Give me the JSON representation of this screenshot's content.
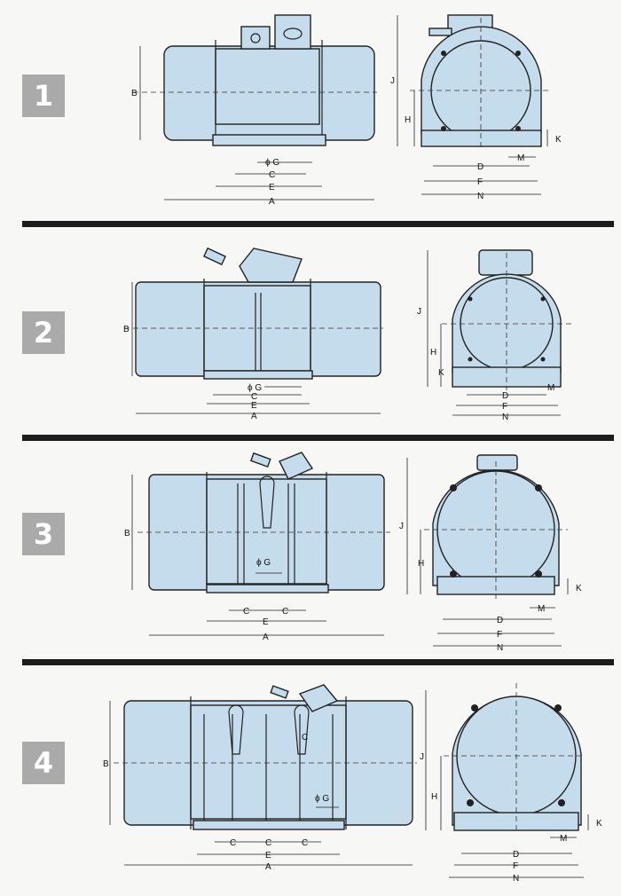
{
  "rows": [
    {
      "number": "1"
    },
    {
      "number": "2"
    },
    {
      "number": "3"
    },
    {
      "number": "4"
    }
  ],
  "dimension_labels": {
    "A": "A",
    "B": "B",
    "C": "C",
    "D": "D",
    "E": "E",
    "F": "F",
    "G": "ϕ G",
    "H": "H",
    "J": "J",
    "K": "K",
    "M": "M",
    "N": "N"
  }
}
